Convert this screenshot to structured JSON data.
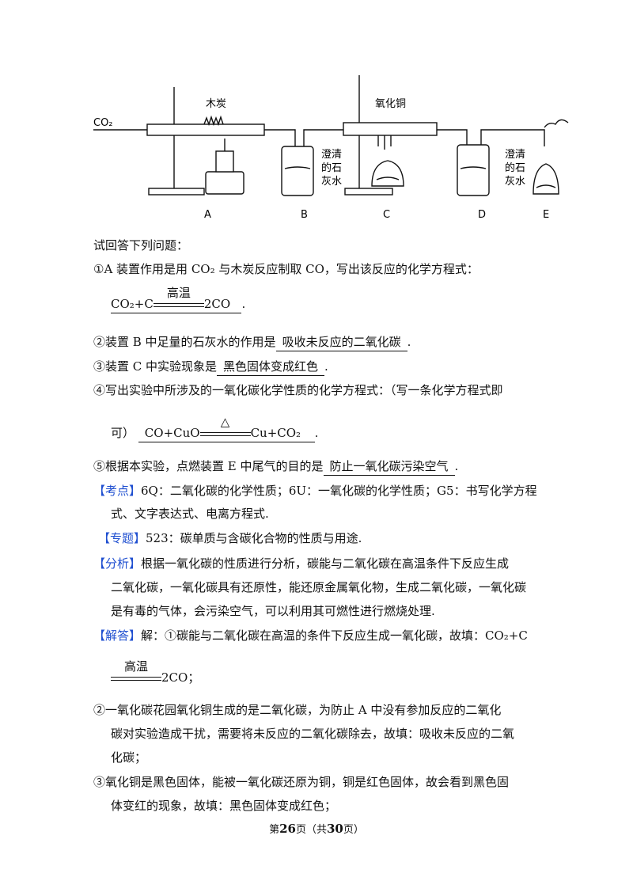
{
  "diagram": {
    "labels": {
      "co2": "CO₂",
      "charcoal": "木炭",
      "copper_oxide": "氧化铜",
      "limewater_b": [
        "澄清",
        "的石",
        "灰水"
      ],
      "limewater_d": [
        "澄清",
        "的石",
        "灰水"
      ],
      "A": "A",
      "B": "B",
      "C": "C",
      "D": "D",
      "E": "E"
    }
  },
  "lines": {
    "intro": "试回答下列问题：",
    "q1": "①A 装置作用是用 CO₂ 与木炭反应制取 CO，写出该反应的化学方程式：",
    "q1_left": "CO₂+C",
    "q1_cond": "高温",
    "q1_right": "2CO",
    "q1_end": ".",
    "q2_pre": "②装置 B 中足量的石灰水的作用是",
    "q2_ans": "吸收未反应的二氧化碳",
    "q2_end": ".",
    "q3_pre": "③装置 C 中实验现象是",
    "q3_ans": "黑色固体变成红色",
    "q3_end": ".",
    "q4": "④写出实验中所涉及的一氧化碳化学性质的化学方程式：（写一条化学方程式即",
    "q4b_pre": "可）",
    "q4_left": "CO+CuO",
    "q4_cond": "△",
    "q4_right": "Cu+CO₂",
    "q4_end": ".",
    "q5_pre": "⑤根据本实验，点燃装置 E 中尾气的目的是",
    "q5_ans": "防止一氧化碳污染空气",
    "q5_end": ".",
    "kd_tag": "【考点】",
    "kd_text": "6Q：二氧化碳的化学性质；6U：一氧化碳的化学性质；G5：书写化学方程",
    "kd_text2": "式、文字表达式、电离方程式.",
    "zt_tag": "【专题】",
    "zt_text": "523：碳单质与含碳化合物的性质与用途.",
    "fx_tag": "【分析】",
    "fx_text": "根据一氧化碳的性质进行分析，碳能与二氧化碳在高温条件下反应生成",
    "fx_text2": "二氧化碳，一氧化碳具有还原性，能还原金属氧化物，生成二氧化碳，一氧化碳",
    "fx_text3": "是有毒的气体，会污染空气，可以利用其可燃性进行燃烧处理.",
    "jd_tag": "【解答】",
    "jd_text": "解：①碳能与二氧化碳在高温的条件下反应生成一氧化碳，故填：CO₂+C",
    "jd_cond": "高温",
    "jd_right": "2CO；",
    "a2_1": "②一氧化碳花园氧化铜生成的是二氧化碳，为防止 A 中没有参加反应的二氧化",
    "a2_2": "碳对实验造成干扰，需要将未反应的二氧化碳除去，故填：吸收未反应的二氧",
    "a2_3": "化碳；",
    "a3_1": "③氧化铜是黑色固体，能被一氧化碳还原为铜，铜是红色固体，故会看到黑色固",
    "a3_2": "体变红的现象，故填：黑色固体变成红色；"
  },
  "footer": {
    "pre": "第",
    "page": "26",
    "mid": "页（共",
    "total": "30",
    "post": "页）"
  }
}
